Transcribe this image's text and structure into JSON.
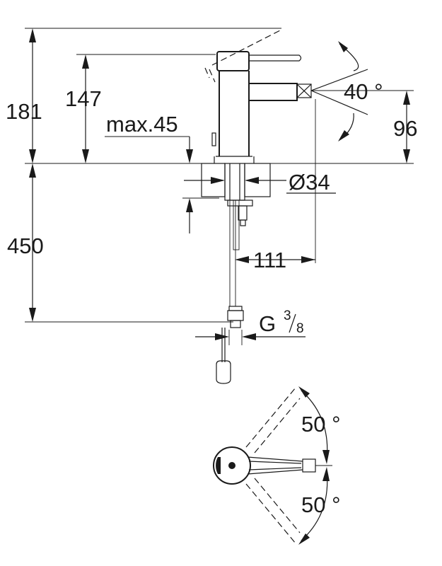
{
  "dimensions": {
    "height_total": "181",
    "height_spout": "147",
    "max_deck": "max.45",
    "outlet_height": "96",
    "angle_outlet": "40 °",
    "hole_diameter": "Ø34",
    "spout_reach": "111",
    "hose_length": "450",
    "connection_main": "G",
    "connection_num": "3",
    "connection_den": "8",
    "swivel_top": "50 °",
    "swivel_bottom": "50 °"
  }
}
